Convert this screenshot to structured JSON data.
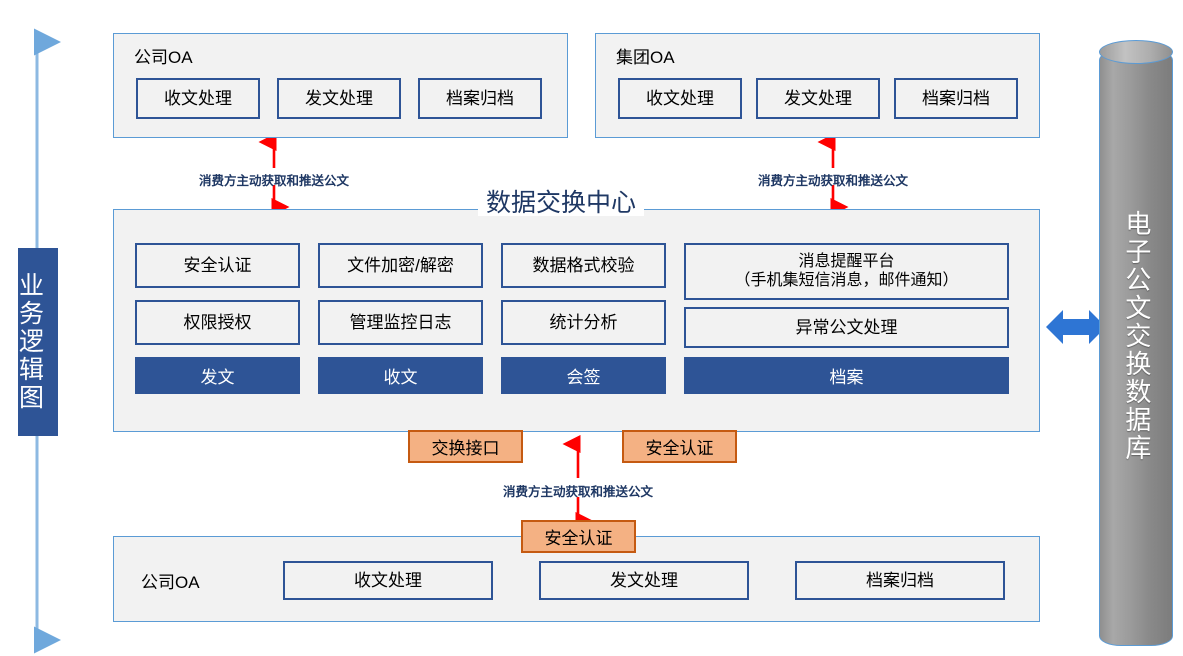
{
  "diagram": {
    "side_band_label": "业务逻辑图",
    "center_title": "数据交换中心",
    "flow_label_left": "消费方主动获取和推送公文",
    "flow_label_right": "消费方主动获取和推送公文",
    "flow_label_bottom": "消费方主动获取和推送公文",
    "database_label": "电子公文交换数据库"
  },
  "top_left_oa": {
    "caption": "公司OA",
    "items": [
      {
        "label": "收文处理"
      },
      {
        "label": "发文处理"
      },
      {
        "label": "档案归档"
      }
    ]
  },
  "top_right_oa": {
    "caption": "集团OA",
    "items": [
      {
        "label": "收文处理"
      },
      {
        "label": "发文处理"
      },
      {
        "label": "档案归档"
      }
    ]
  },
  "exchange_center": {
    "row1": [
      {
        "label": "安全认证"
      },
      {
        "label": "文件加密/解密"
      },
      {
        "label": "数据格式校验"
      },
      {
        "label": "消息提醒平台\n（手机集短信消息，邮件通知）"
      }
    ],
    "row2": [
      {
        "label": "权限授权"
      },
      {
        "label": "管理监控日志"
      },
      {
        "label": "统计分析"
      },
      {
        "label": "异常公文处理"
      }
    ],
    "row3": [
      {
        "label": "发文"
      },
      {
        "label": "收文"
      },
      {
        "label": "会签"
      },
      {
        "label": "档案"
      }
    ]
  },
  "interface_tags": {
    "exchange_interface": "交换接口",
    "security_auth_top": "安全认证",
    "security_auth_bottom": "安全认证"
  },
  "bottom_oa": {
    "caption": "公司OA",
    "items": [
      {
        "label": "收文处理"
      },
      {
        "label": "发文处理"
      },
      {
        "label": "档案归档"
      }
    ]
  },
  "colors": {
    "accent_blue": "#2E5496",
    "panel_border_blue": "#5B9BD5",
    "panel_fill": "#F2F2F2",
    "orange_fill": "#F4B183",
    "orange_border": "#C55A11",
    "arrow_red": "#FF0000",
    "arrow_blue": "#2E75D4",
    "label_blue": "#1F3864"
  }
}
